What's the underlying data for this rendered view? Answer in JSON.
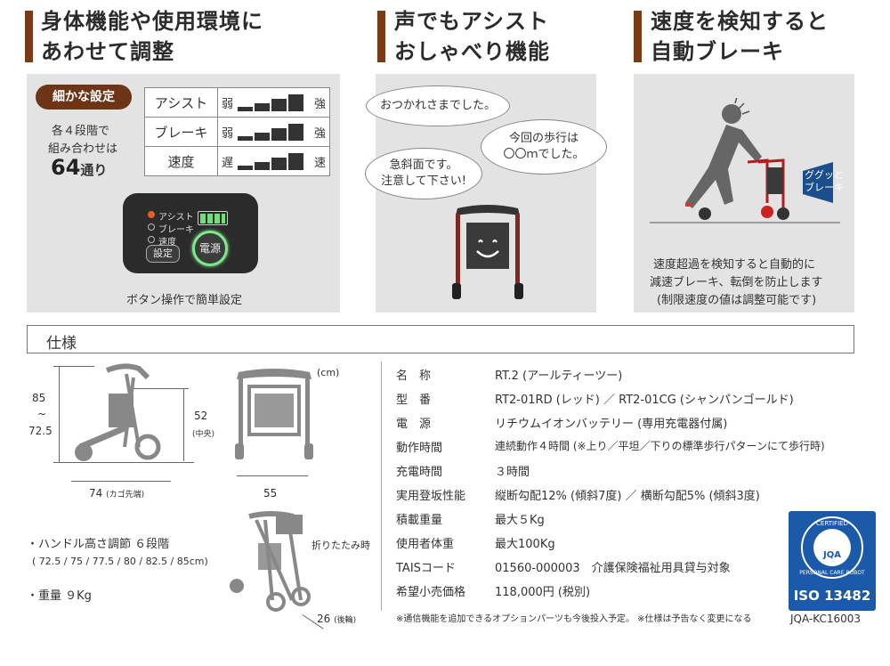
{
  "sections": [
    {
      "title_l1": "身体機能や使用環境に",
      "title_l2": "あわせて調整"
    },
    {
      "title_l1": "声でもアシスト",
      "title_l2": "おしゃべり機能"
    },
    {
      "title_l1": "速度を検知すると",
      "title_l2": "自動ブレーキ"
    }
  ],
  "settings": {
    "pill": "細かな設定",
    "desc_l1": "各４段階で",
    "desc_l2": "組み合わせは",
    "count": "64",
    "count_unit": "通り",
    "levels": [
      {
        "label": "アシスト",
        "low": "弱",
        "high": "強"
      },
      {
        "label": "ブレーキ",
        "low": "弱",
        "high": "強"
      },
      {
        "label": "速度",
        "low": "遅",
        "high": "速"
      }
    ],
    "ctrl_assist": "アシスト",
    "ctrl_brake": "ブレーキ",
    "ctrl_speed": "速度",
    "ctrl_set": "設定",
    "ctrl_power": "電源",
    "caption": "ボタン操作で簡単設定"
  },
  "voice": {
    "b1": "おつかれさまでした。",
    "b2_l1": "今回の歩行は",
    "b2_l2": "〇〇ｍでした。",
    "b3_l1": "急斜面です。",
    "b3_l2": "注意して下さい!"
  },
  "brake": {
    "tag_l1": "ググッと",
    "tag_l2": "ブレーキ",
    "desc_l1": "速度超過を検知すると自動的に",
    "desc_l2": "減速ブレーキ、転倒を防止します",
    "desc_l3": "(制限速度の値は調整可能です)"
  },
  "spec": {
    "title": "仕様",
    "unit": "(cm)",
    "h_top": "85",
    "h_tilde": "~",
    "h_bottom": "72.5",
    "seat_h": "52",
    "seat_h_note": "(中央)",
    "length": "74",
    "length_note": "(カゴ先端)",
    "width": "55",
    "folded_label": "折りたたみ時",
    "folded_depth": "26",
    "folded_depth_note": "(後輪)",
    "handle_l1": "・ハンドル高さ調節 ６段階",
    "handle_l2": "( 72.5 / 75 / 77.5 / 80 / 82.5 / 85cm)",
    "weight": "・重量 ９Kg",
    "rows": [
      {
        "label": "名　称",
        "value": "RT.2 (アールティーツー)"
      },
      {
        "label": "型　番",
        "value": "RT2-01RD (レッド) ／ RT2-01CG (シャンパンゴールド)"
      },
      {
        "label": "電　源",
        "value": "リチウムイオンバッテリー (専用充電器付属)"
      },
      {
        "label": "動作時間",
        "value": "連続動作４時間 (※上り／平坦／下りの標準歩行パターンにて歩行時)"
      },
      {
        "label": "充電時間",
        "value": "３時間"
      },
      {
        "label": "実用登坂性能",
        "value": "縦断勾配12% (傾斜7度) ／ 横断勾配5% (傾斜3度)"
      },
      {
        "label": "積載重量",
        "value": "最大５Kg"
      },
      {
        "label": "使用者体重",
        "value": "最大100Kg"
      },
      {
        "label": "TAISコード",
        "value": "01560-000003　介護保険福祉用具貸与対象"
      },
      {
        "label": "希望小売価格",
        "value": "118,000円 (税別)"
      }
    ],
    "footnote": "※通信機能を追加できるオプションパーツも今後投入予定。 ※仕様は予告なく変更になる"
  },
  "cert": {
    "ring_top": "CERTIFIED",
    "ring_bottom": "PERSONAL CARE ROBOT",
    "jqa": "JQA",
    "iso": "ISO 13482",
    "code": "JQA-KC16003"
  },
  "colors": {
    "accent": "#7a3a16",
    "panel": "#e3e3e3",
    "iso_blue": "#1a5aa8"
  }
}
